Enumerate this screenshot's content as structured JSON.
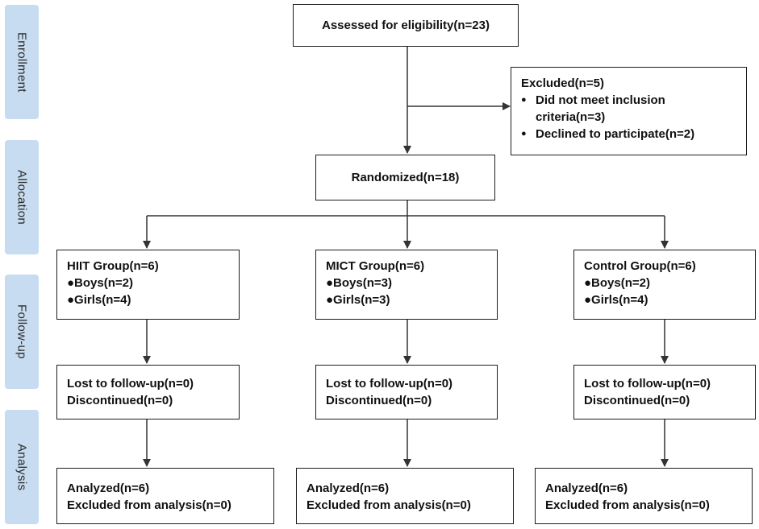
{
  "stages": {
    "enrollment": "Enrollment",
    "allocation": "Allocation",
    "followup": "Follow-up",
    "analysis": "Analysis"
  },
  "assessed": "Assessed for eligibility(n=23)",
  "excluded": {
    "title": "Excluded(n=5)",
    "items": [
      "Did not meet inclusion criteria(n=3)",
      "Declined to participate(n=2)"
    ]
  },
  "randomized": "Randomized(n=18)",
  "groups": [
    {
      "title": "HIIT Group(n=6)",
      "boys": "●Boys(n=2)",
      "girls": "●Girls(n=4)",
      "lost": "Lost to follow-up(n=0)",
      "discontinued": "Discontinued(n=0)",
      "analyzed": "Analyzed(n=6)",
      "excluded_analysis": "Excluded from analysis(n=0)"
    },
    {
      "title": "MICT Group(n=6)",
      "boys": "●Boys(n=3)",
      "girls": "●Girls(n=3)",
      "lost": "Lost to follow-up(n=0)",
      "discontinued": "Discontinued(n=0)",
      "analyzed": "Analyzed(n=6)",
      "excluded_analysis": "Excluded from analysis(n=0)"
    },
    {
      "title": "Control Group(n=6)",
      "boys": "●Boys(n=2)",
      "girls": "●Girls(n=4)",
      "lost": "Lost to follow-up(n=0)",
      "discontinued": "Discontinued(n=0)",
      "analyzed": "Analyzed(n=6)",
      "excluded_analysis": "Excluded from analysis(n=0)"
    }
  ]
}
